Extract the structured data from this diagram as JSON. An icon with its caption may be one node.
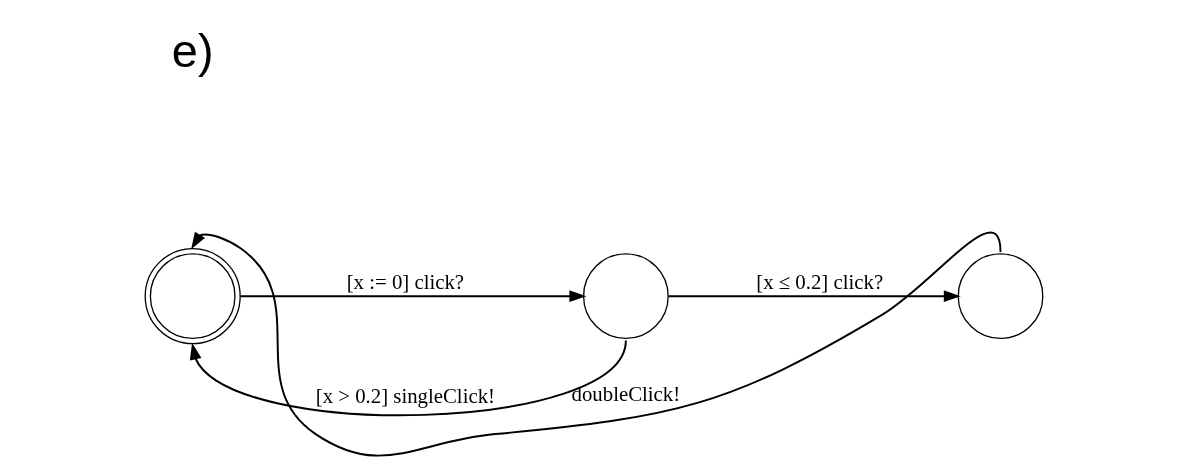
{
  "diagram": {
    "nodes": [
      {
        "text": [],
        "shape": "doublecircle"
      },
      {
        "text": [],
        "shape": "circle"
      },
      {
        "text": [],
        "shape": "circle"
      }
    ],
    "edges": [
      {
        "from": 0,
        "to": 1,
        "arrow": "to",
        "label": "[x := 0] click?"
      },
      {
        "from": 1,
        "to": 2,
        "arrow": "to",
        "label": "[x ≤ 0.2] click?"
      },
      {
        "from": 2,
        "to": 0,
        "arrow": "to",
        "label": "doubleClick!"
      },
      {
        "from": 1,
        "to": 0,
        "arrow": "to",
        "label": "[x > 0.2] singleClick!"
      }
    ],
    "labels": [
      "e)"
    ]
  }
}
